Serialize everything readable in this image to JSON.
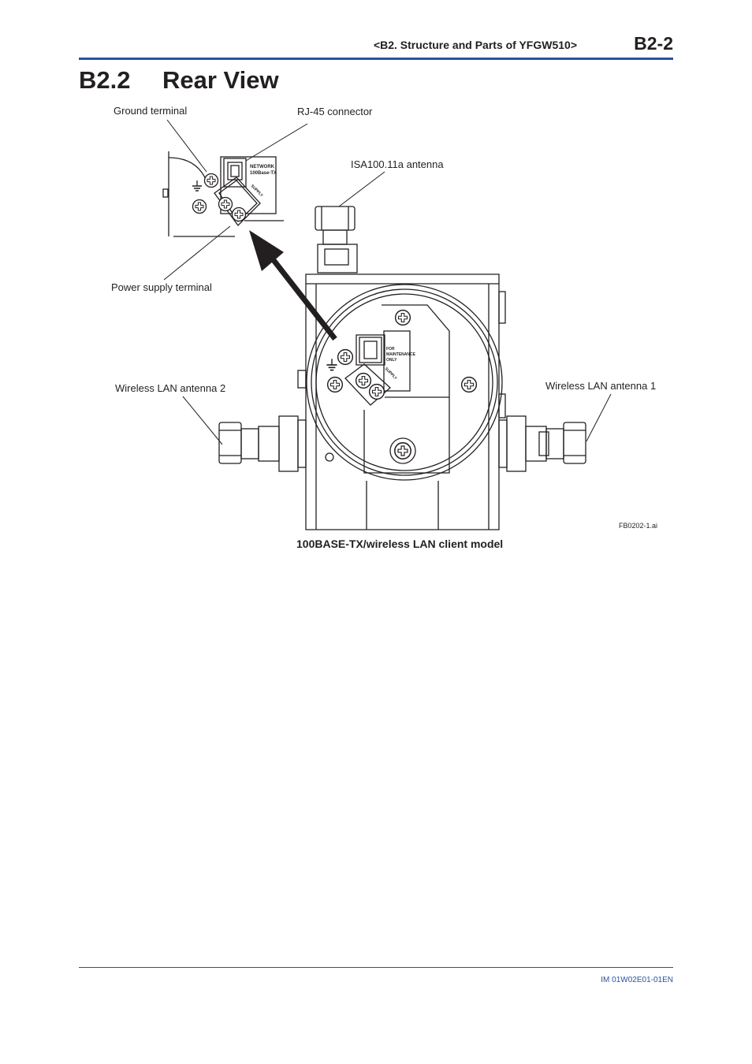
{
  "header": {
    "title": "<B2.  Structure and Parts of YFGW510>",
    "page_number": "B2-2"
  },
  "section": {
    "number": "B2.2",
    "title": "Rear View"
  },
  "figure": {
    "labels": {
      "ground_terminal": "Ground terminal",
      "rj45_connector": "RJ-45 connector",
      "isa_antenna": "ISA100.11a antenna",
      "power_supply_terminal": "Power supply terminal",
      "wlan_antenna_2": "Wireless LAN antenna 2",
      "wlan_antenna_1": "Wireless LAN antenna 1"
    },
    "figure_id": "FB0202-1.ai",
    "caption": "100BASE-TX/wireless LAN client model",
    "inset_markings": {
      "network": "NETWORK",
      "network_type": "100Base-TX",
      "supply": "SUPPLY"
    },
    "main_markings": {
      "for": "FOR",
      "maintenance": "MAINTENANCE",
      "only": "ONLY",
      "supply": "SUPPLY"
    }
  },
  "footer": {
    "doc_id": "IM 01W02E01-01EN"
  }
}
